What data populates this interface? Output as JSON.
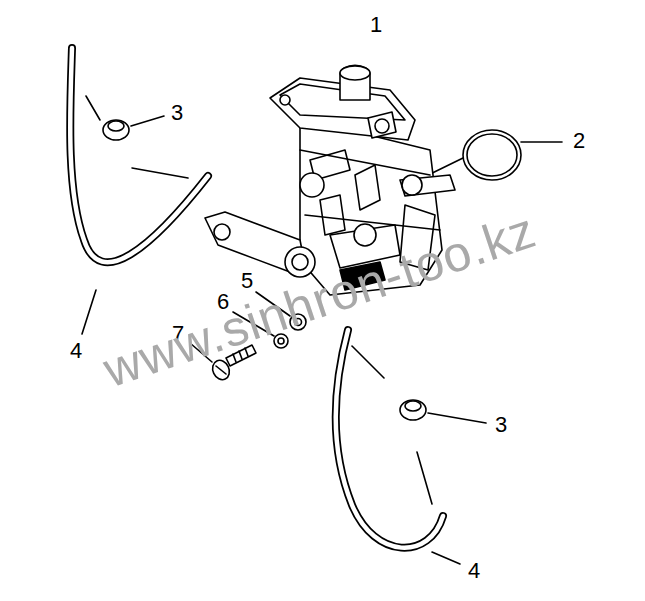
{
  "diagram": {
    "labels": [
      "1",
      "2",
      "3",
      "4",
      "5",
      "6",
      "7",
      "3",
      "4",
      "www.sinhron-too.kz"
    ]
  }
}
